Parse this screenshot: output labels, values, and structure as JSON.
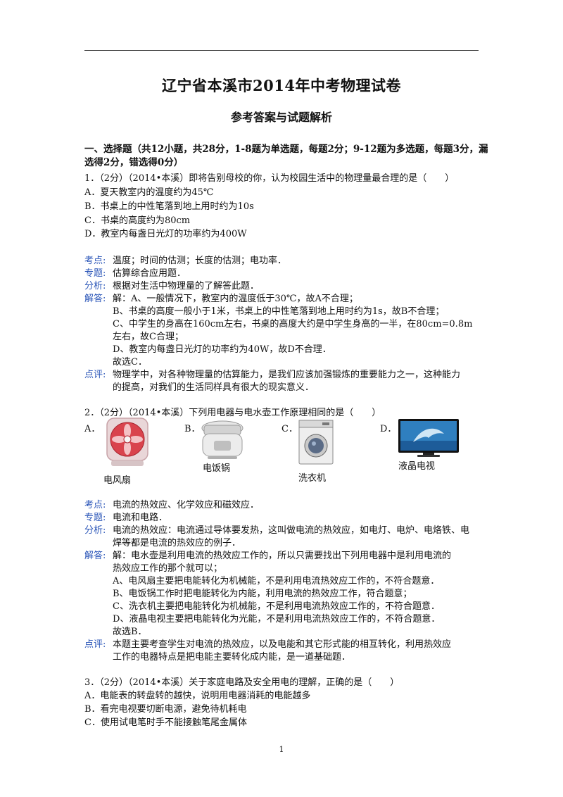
{
  "title": "辽宁省本溪市2014年中考物理试卷",
  "subtitle": "参考答案与试题解析",
  "section1": {
    "line1": "一、选择题（共12小题，共28分，1-8题为单选题，每题2分；9-12题为多选题，每题3分，漏",
    "line2": "选得2分，错选得0分）"
  },
  "labels": {
    "kaodian": "考点:",
    "zhuanti": "专题:",
    "fenxi": "分析:",
    "jieda": "解答:",
    "dianping": "点评:"
  },
  "q1": {
    "stem": "1．（2分）（2014•本溪）即将告别母校的你，认为校园生活中的物理量最合理的是（　　）",
    "options": [
      "A．夏天教室内的温度约为45℃",
      "B．书桌上的中性笔落到地上用时约为10s",
      "C．书桌的高度约为80cm",
      "D．教室内每盏日光灯的功率约为400W"
    ],
    "kaodian": "温度；时间的估测；长度的估测；电功率．",
    "zhuanti": "估算综合应用题．",
    "fenxi": "根据对生活中物理量的了解答此题．",
    "jieda": [
      "解：A、一般情况下，教室内的温度低于30℃，故A不合理；",
      "B、书桌的高度一般小于1米，书桌上的中性笔落到地上用时约为1s，故B不合理；",
      "C、中学生的身高在160cm左右，书桌的高度大约是中学生身高的一半，在80cm=0.8m",
      "左右，故C合理；",
      "D、教室内每盏日光灯的功率约为40W，故D不合理．",
      "故选C．"
    ],
    "dianping": [
      "物理学中，对各种物理量的估算能力，是我们应该加强锻炼的重要能力之一，这种能力",
      "的提高，对我们的生活同样具有很大的现实意义．"
    ]
  },
  "q2": {
    "stem": "2．（2分）（2014•本溪）下列用电器与电水壶工作原理相同的是（　　）",
    "opt_letters": [
      "A．",
      "B．",
      "C．",
      "D．"
    ],
    "captions": [
      "电风扇",
      "电饭锅",
      "洗衣机",
      "液晶电视"
    ],
    "kaodian": "电流的热效应、化学效应和磁效应．",
    "zhuanti": "电流和电路．",
    "fenxi": [
      "电流的热效应：电流通过导体要发热，这叫做电流的热效应，如电灯、电炉、电烙铁、电",
      "焊等都是电流的热效应的例子．"
    ],
    "jieda": [
      "解：电水壶是利用电流的热效应工作的，所以只需要找出下列用电器中是利用电流的",
      "热效应工作的那个就可以；",
      "A、电风扇主要把电能转化为机械能，不是利用电流热效应工作的，不符合题意．",
      "B、电饭锅工作时把电能转化为内能，利用电流的热效应工作，符合题意；",
      "C、洗衣机主要把电能转化为机械能，不是利用电流热效应工作的，不符合题意．",
      "D、液晶电视主要把电能转化为光能，不是利用电流热效应工作的，不符合题意．",
      "故选B．"
    ],
    "dianping": [
      "本题主要考查学生对电流的热效应，以及电能和其它形式能的相互转化，利用热效应",
      "工作的电器特点是把电能主要转化成内能，是一道基础题．"
    ]
  },
  "q3": {
    "stem": "3．（2分）（2014•本溪）关于家庭电路及安全用电的理解，正确的是（　　）",
    "options": [
      "A．电能表的转盘转的越快，说明用电器消耗的电能越多",
      "B．看完电视要切断电源，避免待机耗电",
      "C．使用试电笔时手不能接触笔尾金属体"
    ]
  },
  "page_number": "1"
}
